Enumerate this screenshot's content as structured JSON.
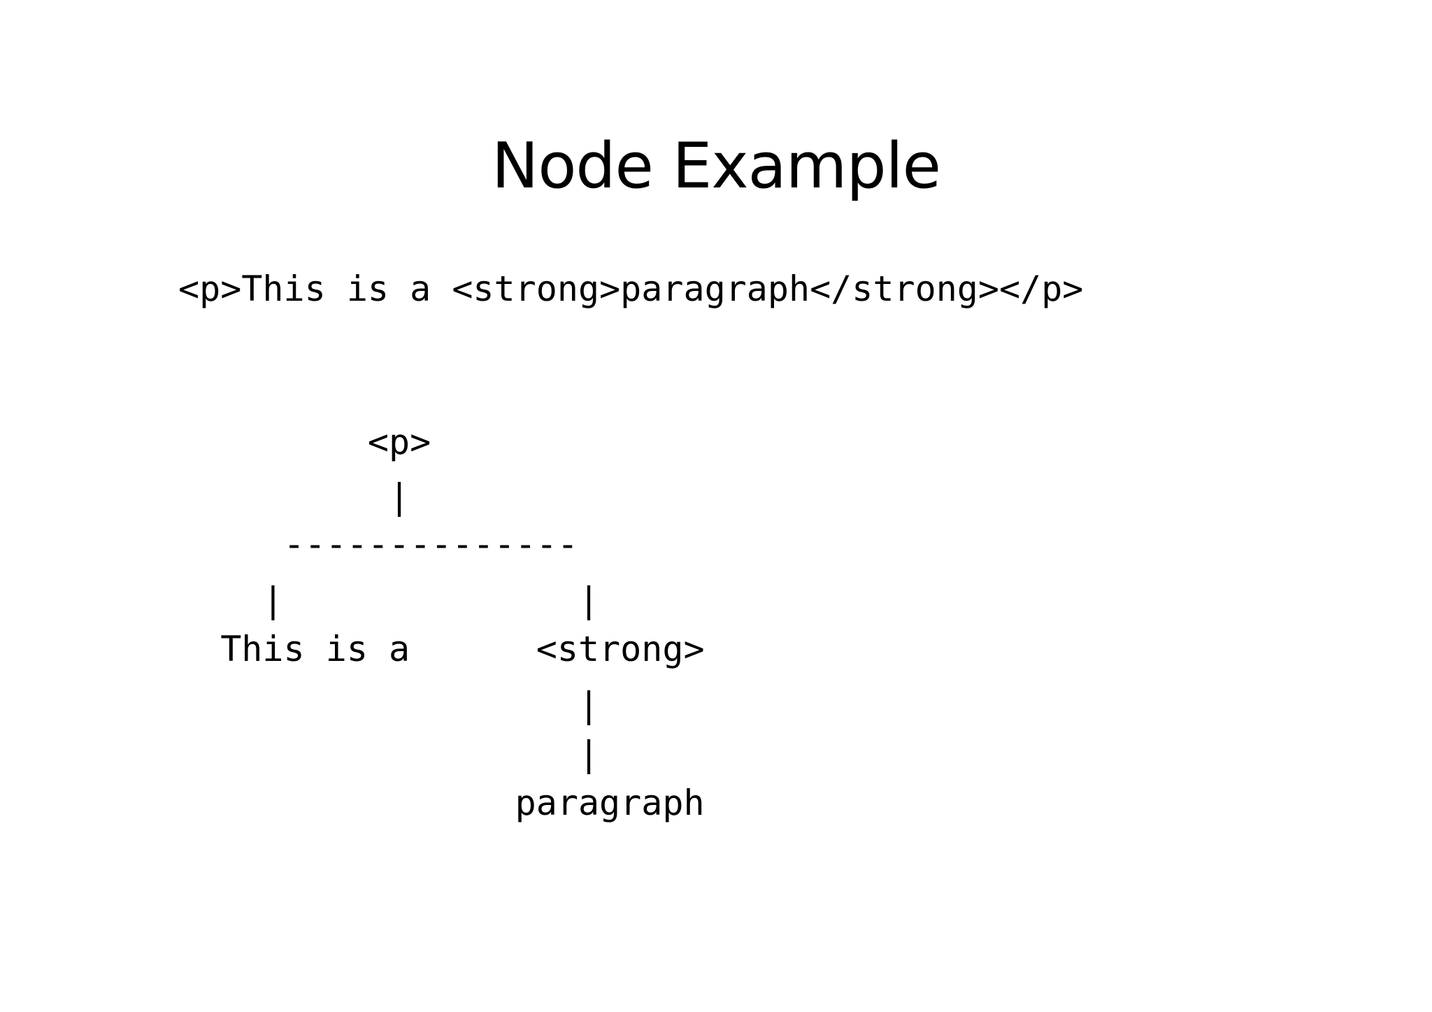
{
  "slide": {
    "title": "Node Example",
    "code": "<p>This is a <strong>paragraph</strong></p>",
    "tree": {
      "root": "         <p>",
      "root_connector": "          |",
      "branch_rule": "     --------------",
      "branch_connectors": "    |              |",
      "level_1": "  This is a      <strong>",
      "strong_connector_1": "                   |",
      "strong_connector_2": "                   |",
      "leaf": "                paragraph"
    }
  }
}
